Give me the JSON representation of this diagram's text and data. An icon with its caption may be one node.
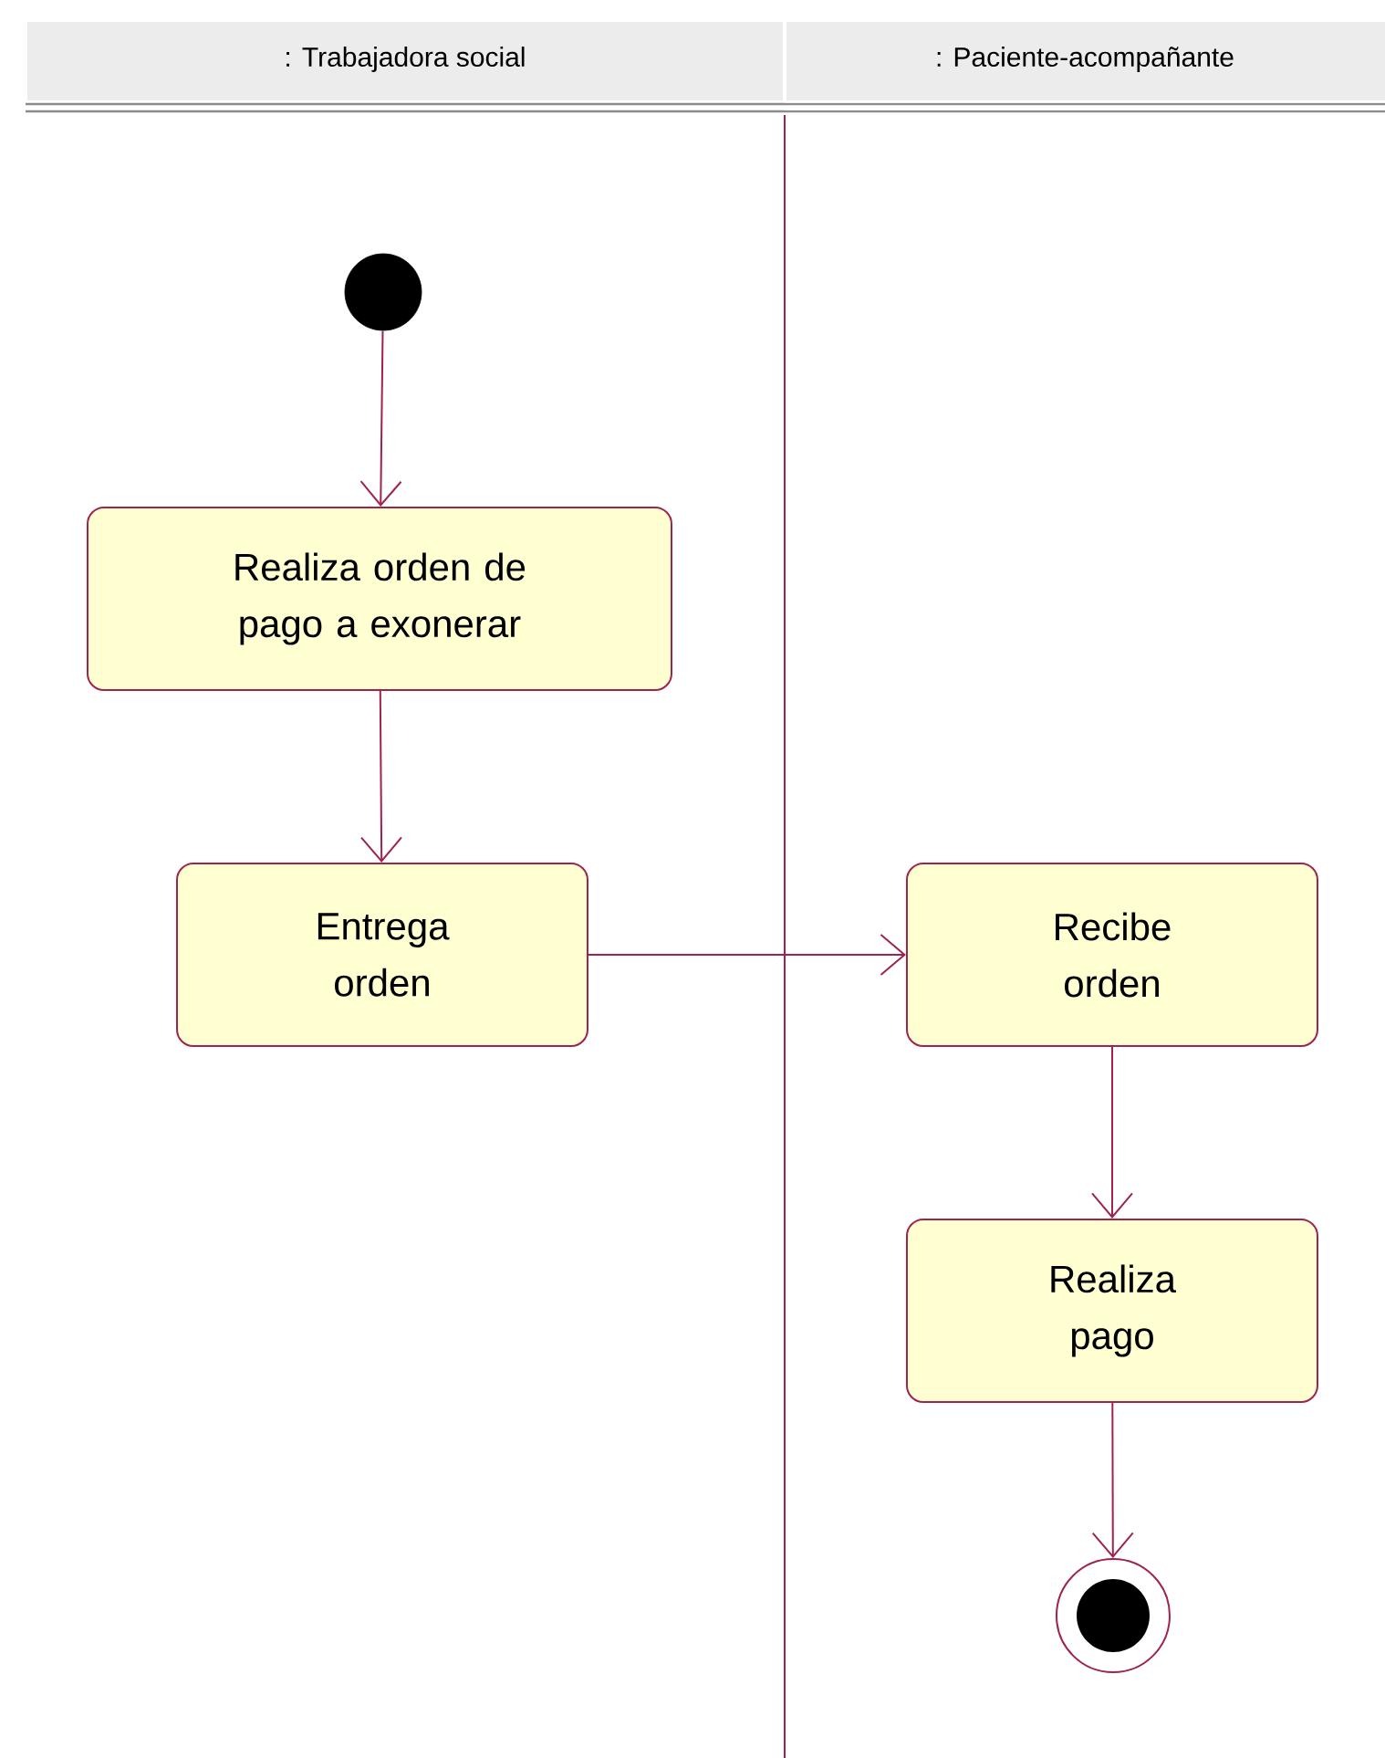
{
  "diagram": {
    "nodes": [
      {
        "text": [
          ": Trabajadora social"
        ]
      },
      {
        "text": [
          ": Paciente-acompañante"
        ]
      },
      {
        "text": [],
        "shape": "circle",
        "in": 0
      },
      {
        "text": [
          "Realiza orden de pago a exonerar"
        ],
        "in": 0
      },
      {
        "text": [
          "Entrega orden"
        ],
        "in": 0
      },
      {
        "text": [
          "Recibe orden"
        ],
        "in": 1
      },
      {
        "text": [
          "Realiza pago"
        ],
        "in": 1
      },
      {
        "text": [],
        "shape": "bullseye",
        "in": 1
      }
    ],
    "edges": [
      {
        "from": 2,
        "to": 3,
        "arrow": "to"
      },
      {
        "from": 3,
        "to": 4,
        "arrow": "to"
      },
      {
        "from": 4,
        "to": 5,
        "arrow": "to"
      },
      {
        "from": 5,
        "to": 6,
        "arrow": "to"
      },
      {
        "from": 6,
        "to": 7,
        "arrow": "to"
      }
    ]
  }
}
